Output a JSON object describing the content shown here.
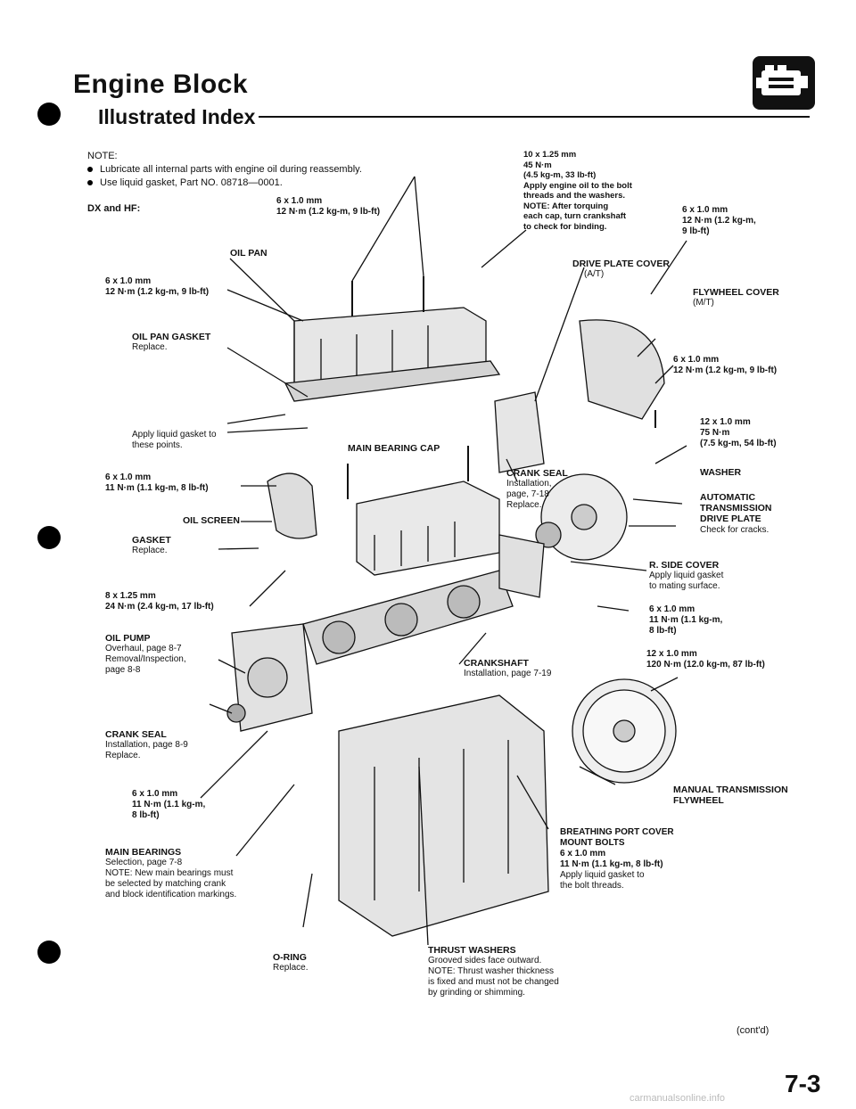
{
  "page": {
    "title": "Engine Block",
    "subtitle": "Illustrated Index",
    "page_number": "7-3",
    "continued": "(cont'd)",
    "watermark": "carmanualsonline.info"
  },
  "note": {
    "heading": "NOTE:",
    "items": [
      "Lubricate all internal parts with engine oil during reassembly.",
      "Use liquid gasket, Part NO. 08718—0001."
    ]
  },
  "labels": {
    "dx_hf": "DX and HF:",
    "bolt_top_center": "6 x 1.0 mm\n12 N·m (1.2 kg-m, 9 lb-ft)",
    "bolt_top_right": "10 x 1.25 mm\n45 N·m\n(4.5 kg-m, 33 lb-ft)\nApply engine oil to the bolt\nthreads and the washers.\nNOTE: After torquing\neach cap, turn crankshaft\nto check for binding.",
    "bolt_far_right": "6 x 1.0 mm\n12 N·m (1.2 kg-m,\n9 lb-ft)",
    "oil_pan": "OIL PAN",
    "oil_pan_bolt": "6 x 1.0 mm\n12 N·m (1.2 kg-m, 9 lb-ft)",
    "oil_pan_gasket": "OIL PAN GASKET",
    "oil_pan_gasket_note": "Replace.",
    "apply_liquid": "Apply liquid gasket to\nthese points.",
    "main_bearing_cap": "MAIN BEARING CAP",
    "screen_bolt": "6 x 1.0 mm\n11 N·m (1.1 kg-m, 8 lb-ft)",
    "oil_screen": "OIL SCREEN",
    "gasket": "GASKET",
    "gasket_note": "Replace.",
    "pump_bolt": "8 x 1.25 mm\n24 N·m (2.4 kg-m, 17 lb-ft)",
    "oil_pump": "OIL PUMP",
    "oil_pump_note": "Overhaul, page 8-7\nRemoval/Inspection,\npage 8-8",
    "crank_seal_left": "CRANK SEAL",
    "crank_seal_left_note": "Installation, page 8-9\nReplace.",
    "block_bolt": "6 x 1.0 mm\n11 N·m (1.1 kg-m,\n8 lb-ft)",
    "main_bearings": "MAIN BEARINGS",
    "main_bearings_note": "Selection, page 7-8\nNOTE: New main bearings must\nbe selected by matching crank\nand block identification markings.",
    "o_ring": "O-RING",
    "o_ring_note": "Replace.",
    "thrust_washers": "THRUST WASHERS",
    "thrust_washers_note": "Grooved sides face outward.\nNOTE: Thrust washer thickness\nis fixed and must not be changed\nby grinding or shimming.",
    "breathing_cover": "BREATHING PORT COVER\nMOUNT BOLTS\n6 x 1.0 mm\n11 N·m (1.1 kg-m, 8 lb-ft)",
    "breathing_cover_note": "Apply liquid gasket to\nthe bolt threads.",
    "manual_flywheel": "MANUAL TRANSMISSION\nFLYWHEEL",
    "crankshaft": "CRANKSHAFT",
    "crankshaft_note": "Installation, page 7-19",
    "crank_seal_right": "CRANK SEAL",
    "crank_seal_right_note": "Installation,\npage, 7-18\nReplace.",
    "drive_plate_cover": "DRIVE PLATE COVER",
    "drive_plate_cover_note": "(A/T)",
    "flywheel_cover": "FLYWHEEL COVER",
    "flywheel_cover_note": "(M/T)",
    "cover_bolt": "6 x 1.0 mm\n12 N·m (1.2 kg-m, 9 lb-ft)",
    "plate_bolt": "12 x 1.0 mm\n75 N·m\n(7.5 kg-m, 54 lb-ft)",
    "washer": "WASHER",
    "drive_plate": "AUTOMATIC\nTRANSMISSION\nDRIVE PLATE",
    "drive_plate_note": "Check for cracks.",
    "side_cover": "R. SIDE COVER",
    "side_cover_note": "Apply liquid gasket\nto mating surface.",
    "side_cover_bolt": "6 x 1.0 mm\n11 N·m (1.1 kg-m,\n8 lb-ft)",
    "flywheel_bolt": "12 x 1.0 mm\n120 N·m (12.0 kg-m, 87 lb-ft)"
  },
  "icons": {
    "header": "engine-icon"
  },
  "colors": {
    "ink": "#111111",
    "paper": "#ffffff"
  }
}
